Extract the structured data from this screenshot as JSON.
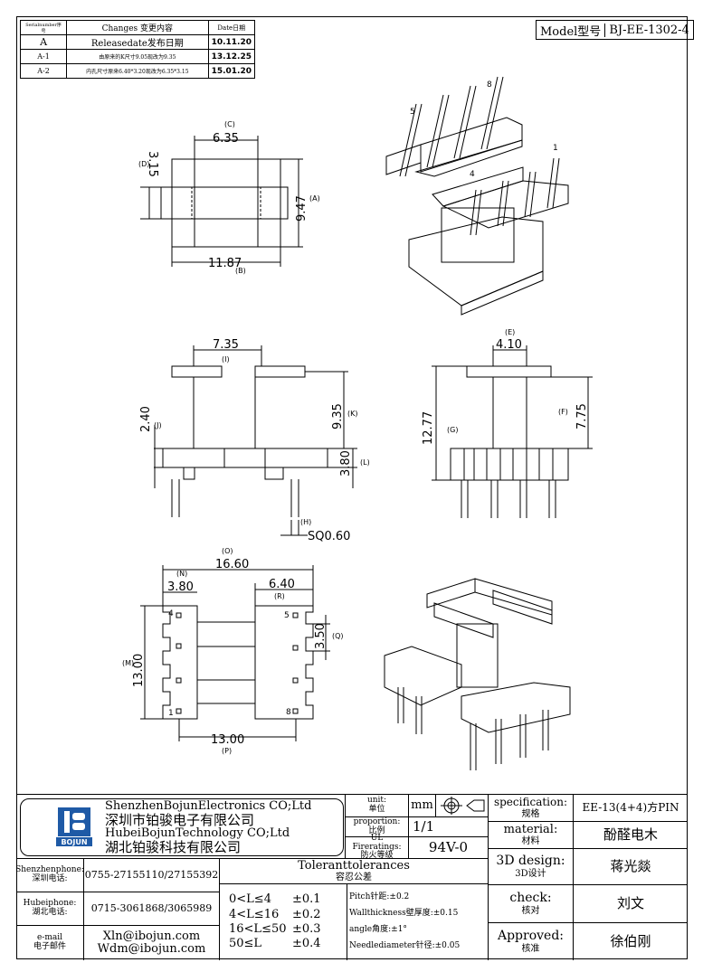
{
  "revision_table": {
    "headers": {
      "serial": "Serialnumber序号",
      "changes": "Changes 变更内容",
      "date": "Date日期"
    },
    "rows": [
      {
        "serial": "A",
        "change": "Releasedate发布日期",
        "date": "10.11.20"
      },
      {
        "serial": "A-1",
        "change": "由原来的K尺寸9.05现改为9.35",
        "date": "13.12.25"
      },
      {
        "serial": "A-2",
        "change": "内孔尺寸原来6.40*3.20现改为6.35*3.15",
        "date": "15.01.20"
      }
    ]
  },
  "model": {
    "label": "Model型号",
    "value": "BJ-EE-1302-4"
  },
  "dims": {
    "C_letter": "(C)",
    "C": "6.35",
    "D_letter": "(D)",
    "D": "3.15",
    "A_letter": "(A)",
    "A": "9.47",
    "B_letter": "(B)",
    "B": "11.87",
    "I_letter": "(I)",
    "I": "7.35",
    "J_letter": "(J)",
    "J": "2.40",
    "K_letter": "(K)",
    "K": "9.35",
    "L_letter": "(L)",
    "L": "3.80",
    "H_letter": "(H)",
    "H": "SQ0.60",
    "E_letter": "(E)",
    "E": "4.10",
    "G_letter": "(G)",
    "G": "12.77",
    "F_letter": "(F)",
    "F": "7.75",
    "O_letter": "(O)",
    "O": "16.60",
    "N_letter": "(N)",
    "N": "3.80",
    "R_letter": "(R)",
    "R": "6.40",
    "M_letter": "(M)",
    "M": "13.00",
    "Q_letter": "(Q)",
    "Q": "3.50",
    "P_letter": "(P)",
    "P": "13.00"
  },
  "pins": {
    "p1": "1",
    "p4": "4",
    "p5": "5",
    "p8": "8"
  },
  "company": {
    "logo_text": "BOJUN",
    "shenzhen_en": "ShenzhenBojunElectronics CO;Ltd",
    "shenzhen_cn": "深圳市铂骏电子有限公司",
    "hubei_en": "HubeiBojunTechnology CO;Ltd",
    "hubei_cn": "湖北铂骏科技有限公司"
  },
  "unit": {
    "label": "unit:",
    "label_cn": "单位",
    "value": "mm"
  },
  "proportion": {
    "label": "proportion:",
    "label_cn": "比例",
    "value": "1/1"
  },
  "fire": {
    "label": "UL Fireratings:",
    "label_cn": "防火等级",
    "value": "94V-0"
  },
  "spec": {
    "label": "specification:",
    "label_cn": "规格",
    "value": "EE-13(4+4)方PIN"
  },
  "material": {
    "label": "material:",
    "label_cn": "材料",
    "value": "酚醛电木"
  },
  "design": {
    "label": "3D design:",
    "label_cn": "3D设计",
    "value": "蒋光燚"
  },
  "check": {
    "label": "check:",
    "label_cn": "核对",
    "value": "刘文"
  },
  "approved": {
    "label": "Approved:",
    "label_cn": "核准",
    "value": "徐伯刚"
  },
  "contacts": {
    "sz_label": "Shenzhenphone:",
    "sz_label_cn": "深圳电话:",
    "sz_value": "0755-27155110/27155392",
    "hb_label": "Hubeiphone:",
    "hb_label_cn": "湖北电话:",
    "hb_value": "0715-3061868/3065989",
    "mail_label": "e-mail",
    "mail_label_cn": "电子邮件",
    "mail1": "Xln@ibojun.com",
    "mail2": "Wdm@ibojun.com"
  },
  "tolerances": {
    "title": "Toleranttolerances",
    "title_cn": "容忍公差",
    "rows": [
      {
        "range": "0<L≤4",
        "tol": "±0.1"
      },
      {
        "range": "4<L≤16",
        "tol": "±0.2"
      },
      {
        "range": "16<L≤50",
        "tol": "±0.3"
      },
      {
        "range": "50≤L",
        "tol": "±0.4"
      }
    ],
    "notes": [
      "Pitch针距:±0.2",
      "Wallthickness壁厚度:±0.15",
      "angle角度:±1°",
      "Needlediameter针径:±0.05"
    ]
  }
}
